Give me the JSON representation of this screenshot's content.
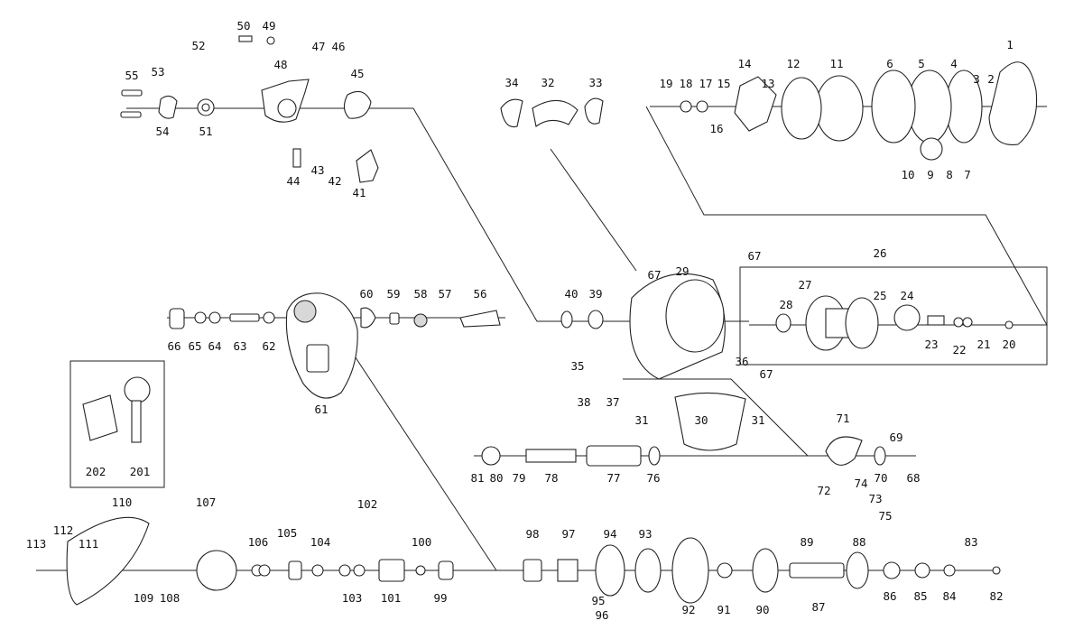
{
  "callouts": {
    "n1": "1",
    "n2": "2",
    "n3": "3",
    "n4": "4",
    "n5": "5",
    "n6": "6",
    "n7": "7",
    "n8": "8",
    "n9": "9",
    "n10": "10",
    "n11": "11",
    "n12": "12",
    "n13": "13",
    "n14": "14",
    "n15": "15",
    "n16": "16",
    "n17": "17",
    "n18": "18",
    "n19": "19",
    "n20": "20",
    "n21": "21",
    "n22": "22",
    "n23": "23",
    "n24": "24",
    "n25": "25",
    "n26": "26",
    "n27": "27",
    "n28": "28",
    "n29": "29",
    "n30": "30",
    "n31": "31",
    "n32": "32",
    "n33": "33",
    "n34": "34",
    "n35": "35",
    "n36": "36",
    "n37": "37",
    "n38": "38",
    "n39": "39",
    "n40": "40",
    "n41": "41",
    "n42": "42",
    "n43": "43",
    "n44": "44",
    "n45": "45",
    "n46": "46",
    "n47": "47",
    "n48": "48",
    "n49": "49",
    "n50": "50",
    "n51": "51",
    "n52": "52",
    "n53": "53",
    "n54": "54",
    "n55": "55",
    "n56": "56",
    "n57": "57",
    "n58": "58",
    "n59": "59",
    "n60": "60",
    "n61": "61",
    "n62": "62",
    "n63": "63",
    "n64": "64",
    "n65": "65",
    "n66": "66",
    "n67": "67",
    "n68": "68",
    "n69": "69",
    "n70": "70",
    "n71": "71",
    "n72": "72",
    "n73": "73",
    "n74": "74",
    "n75": "75",
    "n76": "76",
    "n77": "77",
    "n78": "78",
    "n79": "79",
    "n80": "80",
    "n81": "81",
    "n82": "82",
    "n83": "83",
    "n84": "84",
    "n85": "85",
    "n86": "86",
    "n87": "87",
    "n88": "88",
    "n89": "89",
    "n90": "90",
    "n91": "91",
    "n92": "92",
    "n93": "93",
    "n94": "94",
    "n95": "95",
    "n96": "96",
    "n97": "97",
    "n98": "98",
    "n99": "99",
    "n100": "100",
    "n101": "101",
    "n102": "102",
    "n103": "103",
    "n104": "104",
    "n105": "105",
    "n106": "106",
    "n107": "107",
    "n108": "108",
    "n109": "109",
    "n110": "110",
    "n111": "111",
    "n112": "112",
    "n113": "113",
    "n201": "201",
    "n202": "202"
  },
  "colors": {
    "line": "#222222",
    "background": "#ffffff",
    "shade": "#d8d8d8",
    "dark": "#5a5a5a"
  }
}
